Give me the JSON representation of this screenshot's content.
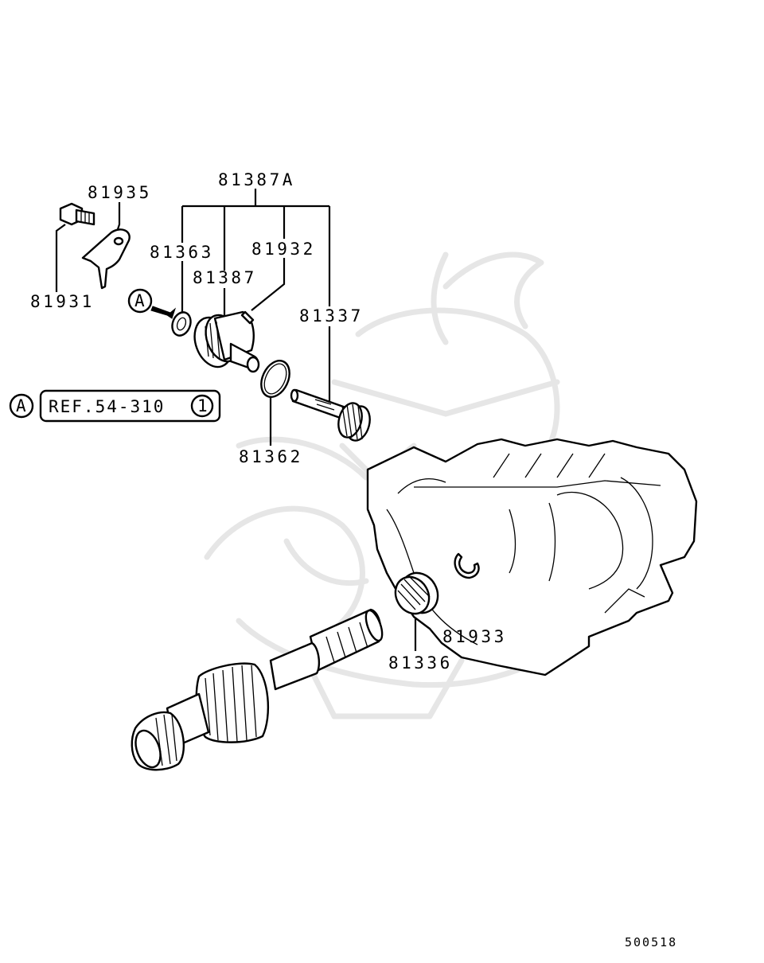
{
  "labels": {
    "assy": "81387A",
    "p81935": "81935",
    "p81931": "81931",
    "p81363": "81363",
    "p81932": "81932",
    "p81387": "81387",
    "p81337": "81337",
    "p81362": "81362",
    "p81933": "81933",
    "p81336": "81336"
  },
  "reference": {
    "marker": "A",
    "text": "REF.54-310",
    "circled_number": "1"
  },
  "callout_marker": "A",
  "figure_code": "500518",
  "colors": {
    "line": "#000000",
    "watermark": "#e6e6e6",
    "background": "#ffffff"
  }
}
